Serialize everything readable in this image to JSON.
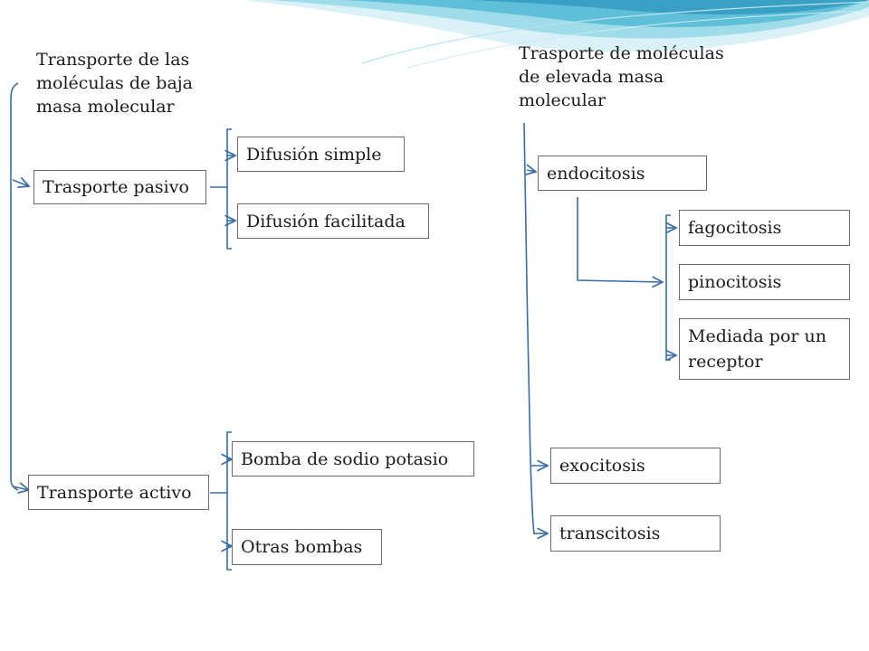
{
  "headings": {
    "low_mass": "Transporte de las moléculas de baja masa molecular",
    "high_mass": "Trasporte de moléculas de elevada masa molecular"
  },
  "left_tree": {
    "passive": {
      "label": "Trasporte pasivo",
      "children": [
        "Difusión simple",
        "Difusión facilitada"
      ]
    },
    "active": {
      "label": "Transporte activo",
      "children": [
        "Bomba de sodio potasio",
        "Otras bombas"
      ]
    }
  },
  "right_tree": {
    "endocytosis": {
      "label": "endocitosis",
      "children": [
        "fagocitosis",
        "pinocitosis",
        "Mediada por un receptor"
      ]
    },
    "exocytosis": "exocitosis",
    "transcytosis": "transcitosis"
  },
  "colors": {
    "connector": "#3a6ea5",
    "box_border": "#6b6b6b",
    "wave_light": "#bfe8f2",
    "wave_mid": "#7fd0e3",
    "wave_dark": "#3fa8c9"
  }
}
